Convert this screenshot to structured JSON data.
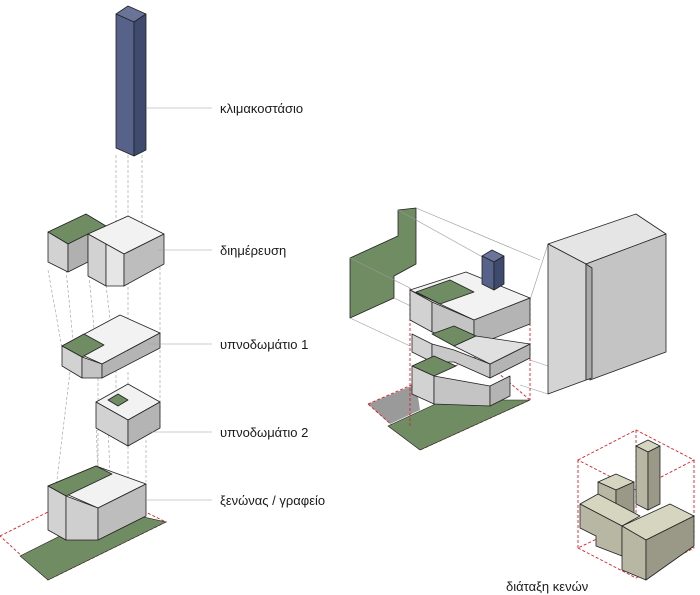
{
  "labels": {
    "stair": "κλιμακοστάσιο",
    "day": "διημέρευση",
    "bed1": "υπνοδωμάτιο 1",
    "bed2": "υπνοδωμάτιο 2",
    "guest": "ξενώνας / γραφείο",
    "voids": "διάταξη κενών"
  },
  "colors": {
    "stair": "#4d5a80",
    "green": "#6f8c63",
    "grey_light": "#e8e8e8",
    "grey_mid": "#c7c7c7",
    "grey_dark": "#a5a5a5",
    "khaki_top": "#d6d5c0",
    "khaki_side": "#b8b7a3",
    "khaki_dark": "#9a9987",
    "red_dash": "#d9202b"
  }
}
